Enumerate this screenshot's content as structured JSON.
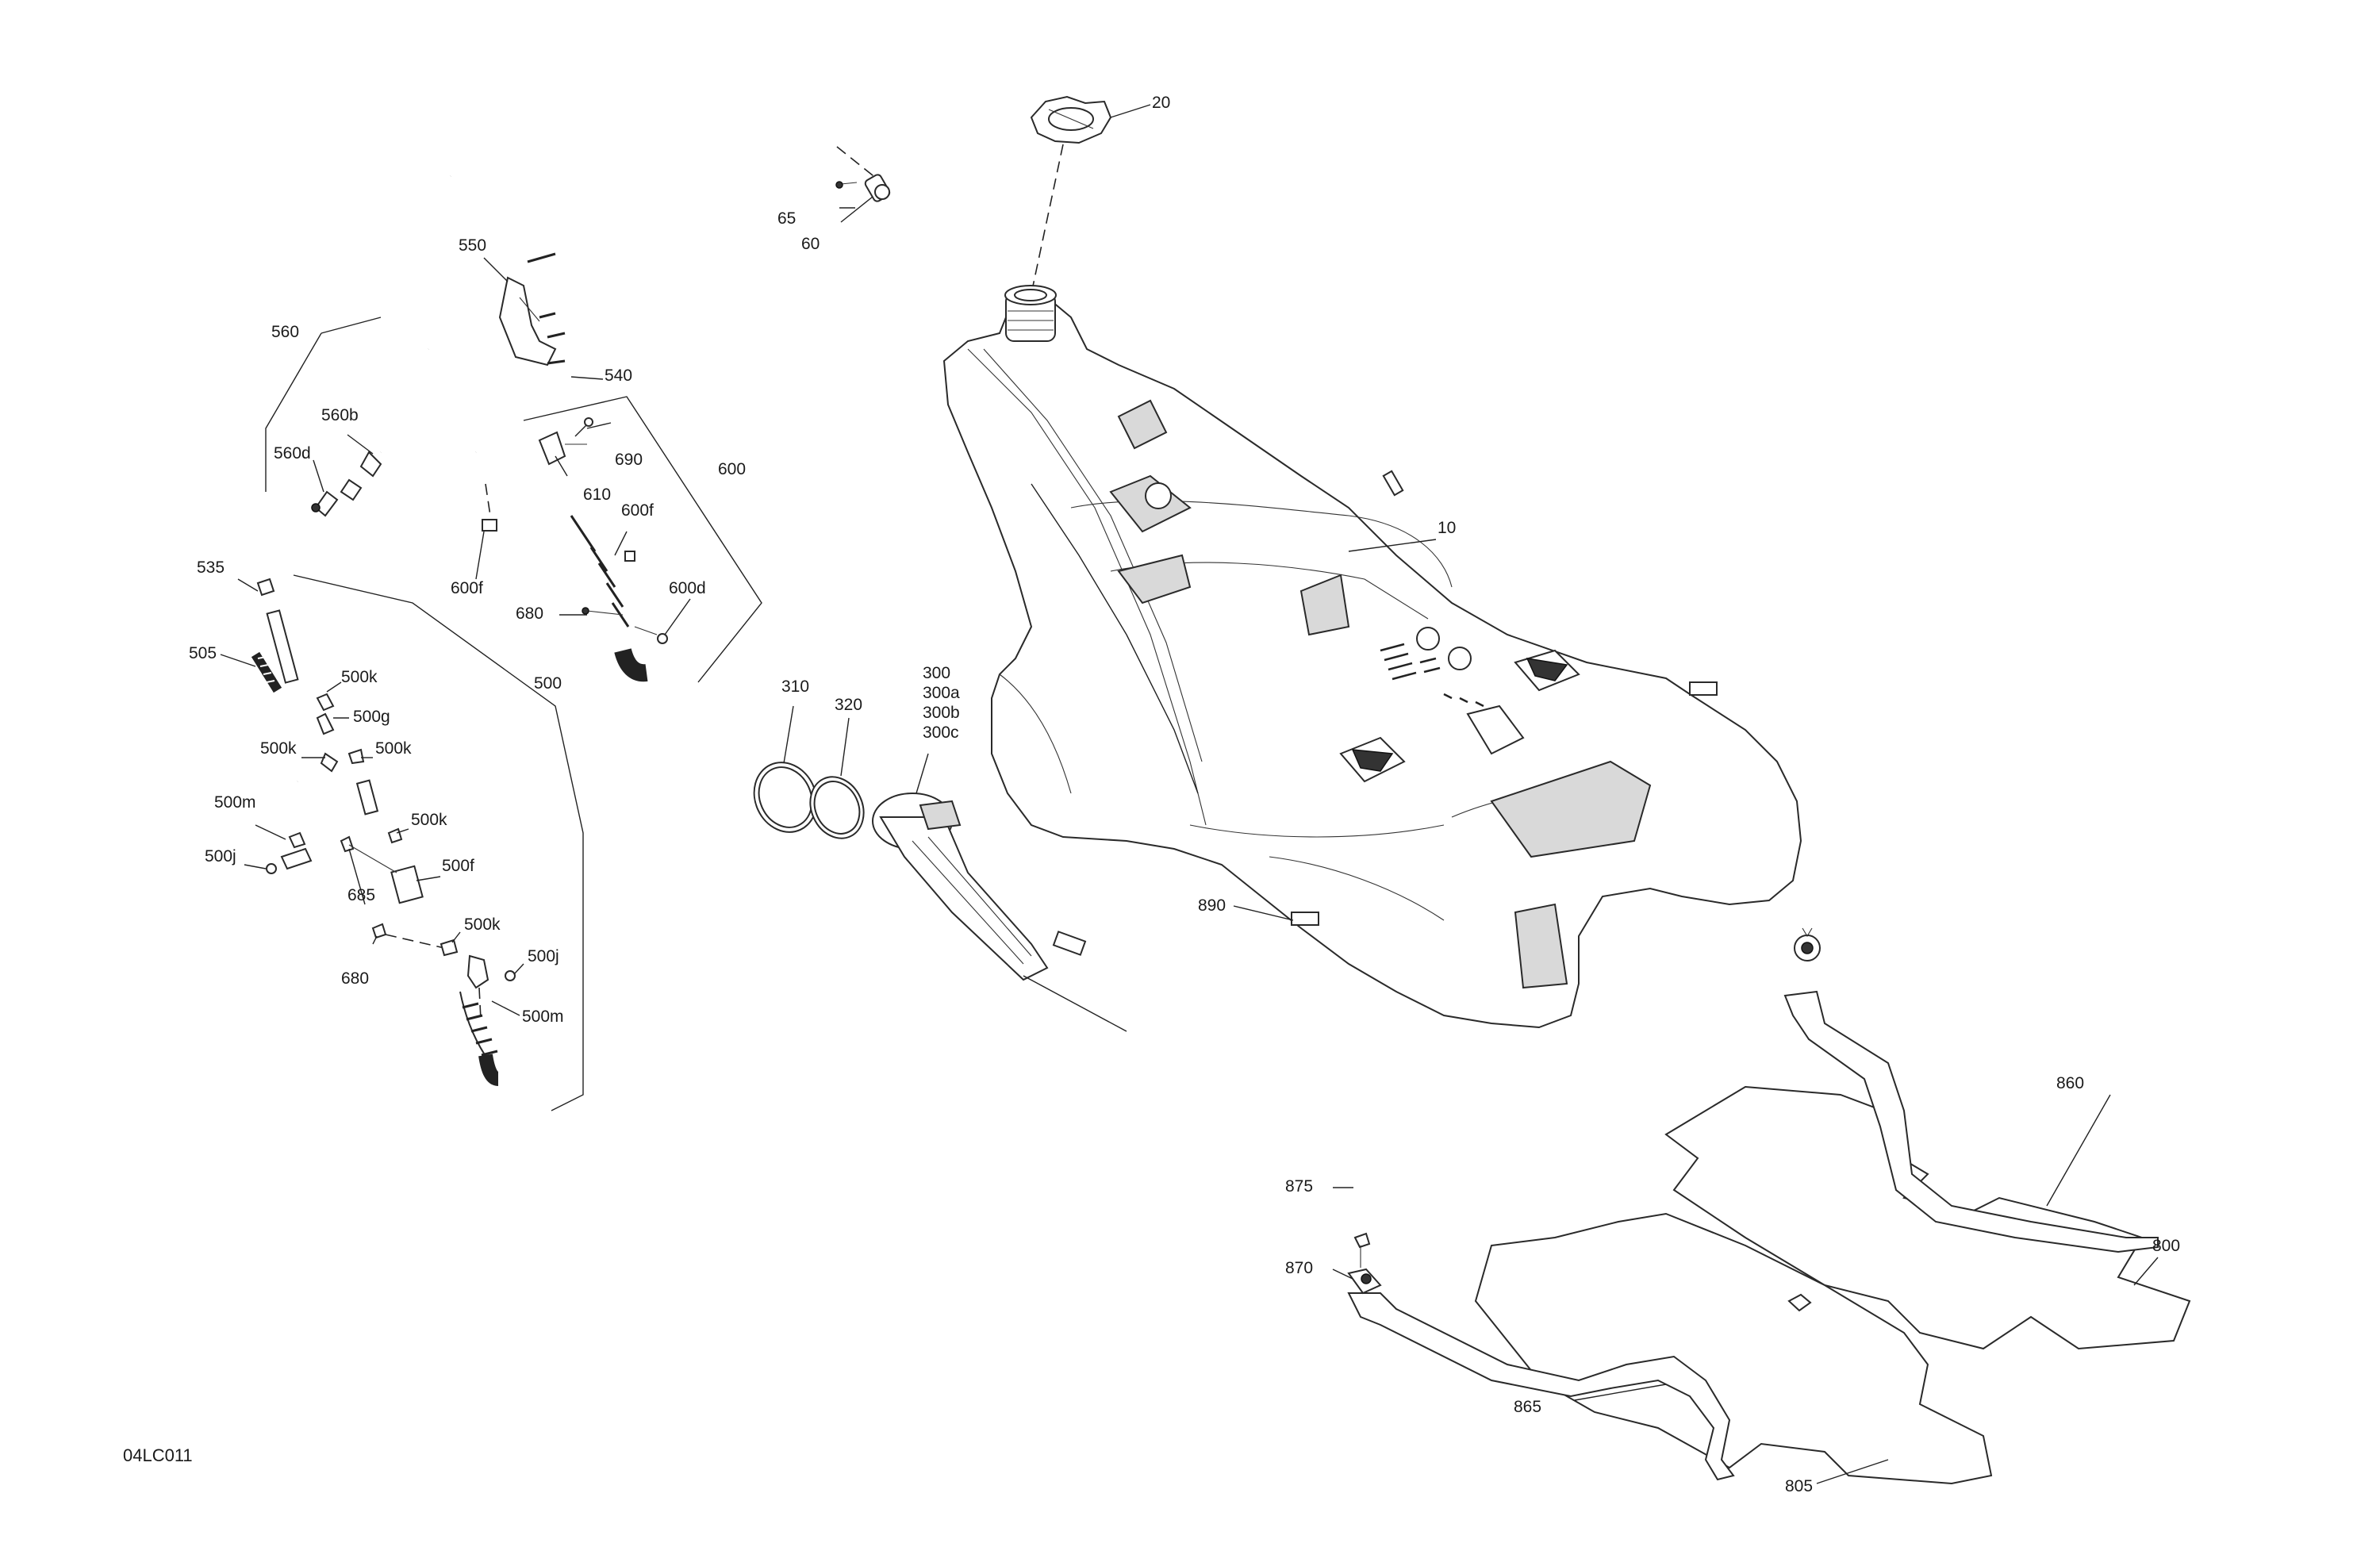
{
  "drawing_ref": "04LC011",
  "callouts": {
    "c20": "20",
    "c10": "10",
    "c65": "65",
    "c60": "60",
    "c550": "550",
    "c560": "560",
    "c540": "540",
    "c560b": "560b",
    "c560d": "560d",
    "c690": "690",
    "c600": "600",
    "c610": "610",
    "c600f_a": "600f",
    "c600f_b": "600f",
    "c600d": "600d",
    "c680_a": "680",
    "c535": "535",
    "c505": "505",
    "c500": "500",
    "c500k_a": "500k",
    "c500g": "500g",
    "c500k_b": "500k",
    "c500k_c": "500k",
    "c500m_a": "500m",
    "c500k_d": "500k",
    "c500j_a": "500j",
    "c685": "685",
    "c500f": "500f",
    "c500k_e": "500k",
    "c680_b": "680",
    "c500j_b": "500j",
    "c500m_b": "500m",
    "c310": "310",
    "c320": "320",
    "c300": "300",
    "c300a": "300a",
    "c300b": "300b",
    "c300c": "300c",
    "c890": "890",
    "c860": "860",
    "c875": "875",
    "c870": "870",
    "c800": "800",
    "c865": "865",
    "c805": "805"
  }
}
